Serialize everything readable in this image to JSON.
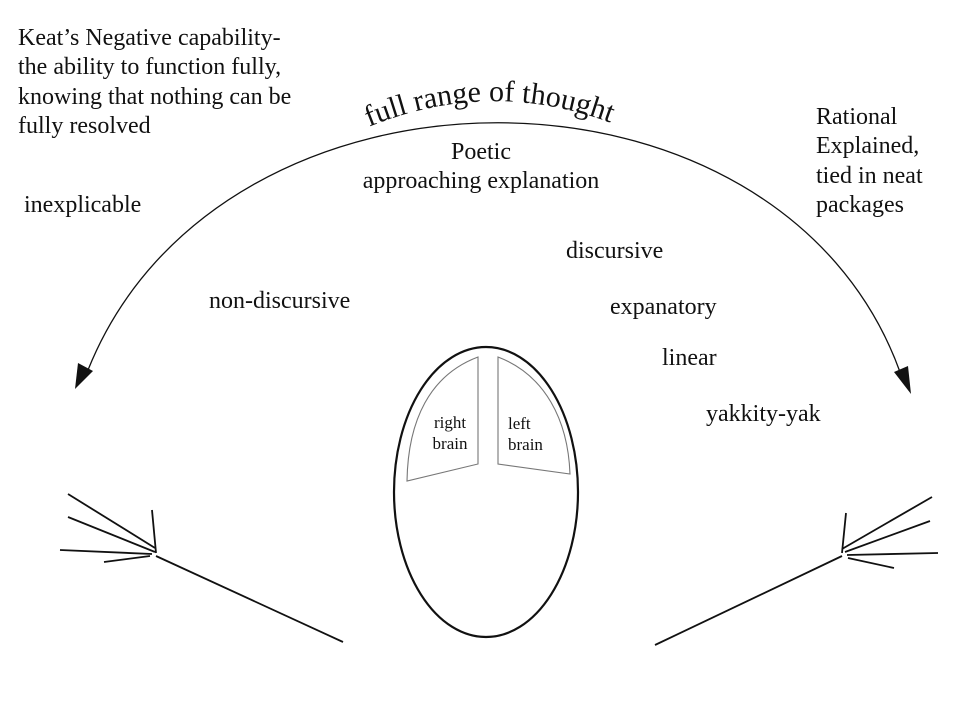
{
  "arc_title": "full range of thought",
  "left_note": [
    "Keat’s Negative capability-",
    "the ability to function fully,",
    "knowing that nothing can be",
    "fully resolved"
  ],
  "right_note": [
    "Rational",
    "Explained,",
    "tied in neat",
    "packages"
  ],
  "center_note": [
    "Poetic",
    "approaching explanation"
  ],
  "labels": {
    "inexplicable": "inexplicable",
    "non_discursive": "non-discursive",
    "discursive": "discursive",
    "expanatory": "expanatory",
    "linear": "linear",
    "yakkity_yak": "yakkity-yak"
  },
  "brain": {
    "right": [
      "right",
      "brain"
    ],
    "left": [
      "left",
      "brain"
    ]
  },
  "colors": {
    "ink": "#111111",
    "brain_divider": "#777777",
    "background": "#ffffff"
  }
}
